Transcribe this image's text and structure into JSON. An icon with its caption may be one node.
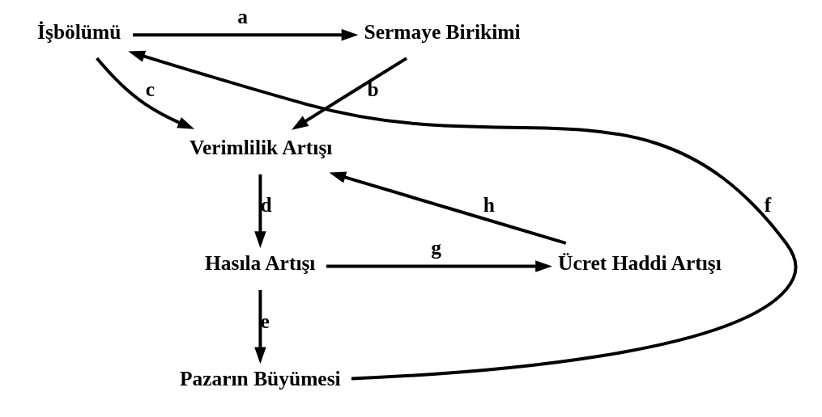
{
  "diagram": {
    "nodes": [
      {
        "text": [
          "İşbölümü"
        ]
      },
      {
        "text": [
          "Sermaye Birikimi"
        ]
      },
      {
        "text": [
          "Verimlilik Artışı"
        ]
      },
      {
        "text": [
          "Hasıla Artışı"
        ]
      },
      {
        "text": [
          "Ücret Haddi Artışı"
        ]
      },
      {
        "text": [
          "Pazarın Büyümesi"
        ]
      }
    ],
    "edges": [
      {
        "from": 0,
        "to": 1,
        "arrow": "to",
        "label": "a"
      },
      {
        "from": 1,
        "to": 2,
        "arrow": "to",
        "label": "b"
      },
      {
        "from": 0,
        "to": 2,
        "arrow": "to",
        "label": "c"
      },
      {
        "from": 2,
        "to": 3,
        "arrow": "to",
        "label": "d"
      },
      {
        "from": 3,
        "to": 5,
        "arrow": "to",
        "label": "e"
      },
      {
        "from": 5,
        "to": 0,
        "arrow": "to",
        "label": "f"
      },
      {
        "from": 3,
        "to": 4,
        "arrow": "to",
        "label": "g"
      },
      {
        "from": 4,
        "to": 2,
        "arrow": "to",
        "label": "h"
      }
    ]
  }
}
